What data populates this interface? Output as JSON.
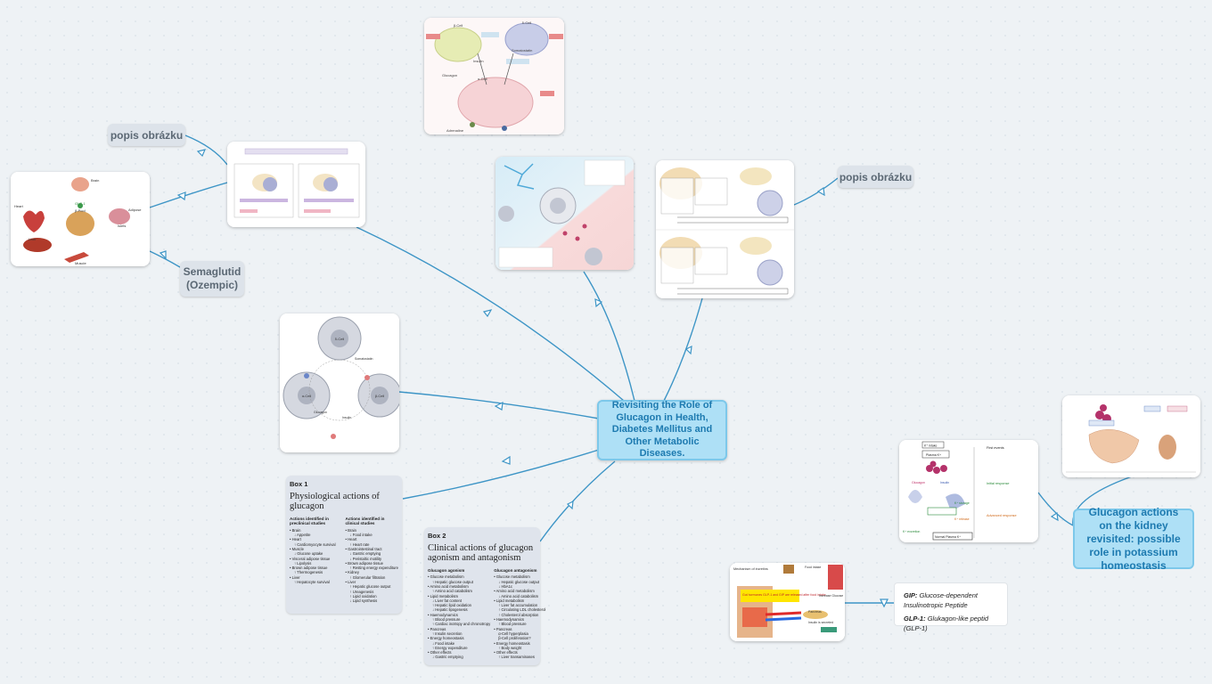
{
  "central": {
    "title": "Revisiting the Role of Glucagon in Health, Diabetes Mellitus and Other Metabolic Diseases."
  },
  "labels": {
    "popis_left": "popis obrázku",
    "popis_right": "popis obrázku",
    "semaglutid": "Semaglutid (Ozempic)",
    "kidney": "Glucagon actions on the kidney revisited: possible role in potassium homeostasis"
  },
  "figure_text": {
    "top_cells": {
      "beta": "β-Cell",
      "delta": "δ-Cell",
      "alpha": "α-Cell",
      "insulin": "Insulin",
      "glucagon": "Glucagon",
      "somatostatin": "Somatostatin",
      "adrenaline": "Adrenaline"
    },
    "brain_fig": {
      "brain": "Brain",
      "heart": "Heart",
      "glp1": "GLP-1",
      "b_pool": "β-Pool",
      "liver": "Liver",
      "muscle": "Muscle",
      "adipose": "Adipose",
      "islets": "Islets"
    },
    "islet_fig": {
      "beta": "β-Cell",
      "alpha": "α-Cell",
      "delta": "δ-Cell",
      "insulin": "Insulin",
      "glucagon": "Glucagon",
      "somatostatin": "Somatostatin"
    },
    "mechanism_fig": {
      "title": "Mechanism of incretins",
      "banner": "Gut hormones GLP-1 and GIP are released after food intake",
      "food": "Food intake",
      "pancreas": "Pancreas",
      "insulin": "Insulin is secreted",
      "glucose": "Increase Glucose"
    },
    "potassium_fig": {
      "intake": "K⁺ intake",
      "plasma": "Plasma K+",
      "normal": "Normal Plasma K⁺",
      "glucagon": "Glucagon",
      "insulin": "Insulin",
      "excretion": "K⁺ excretion",
      "storage": "K⁺ storage",
      "release": "K⁺ release",
      "first_events": "First events",
      "initial": "Initial response",
      "advanced": "Advanced response"
    }
  },
  "box1": {
    "head": "Box 1",
    "title": "Physiological actions of glucagon",
    "col1_head": "Actions identified in preclinical studies",
    "col1": [
      {
        "t": "• Brain",
        "sub": false
      },
      {
        "t": "↓ Appetite",
        "sub": true
      },
      {
        "t": "• Heart",
        "sub": false
      },
      {
        "t": "↑ Cardiomyocyte survival",
        "sub": true
      },
      {
        "t": "• Muscle",
        "sub": false
      },
      {
        "t": "↓ Glucose uptake",
        "sub": true
      },
      {
        "t": "• Visceral adipose tissue",
        "sub": false
      },
      {
        "t": "↑ Lipolysis",
        "sub": true
      },
      {
        "t": "• Brown adipose tissue",
        "sub": false
      },
      {
        "t": "↑ Thermogenesis",
        "sub": true
      },
      {
        "t": "• Liver",
        "sub": false
      },
      {
        "t": "↑ Hepatocyte survival",
        "sub": true
      }
    ],
    "col2_head": "Actions identified in clinical studies",
    "col2": [
      {
        "t": "• Brain",
        "sub": false
      },
      {
        "t": "↓ Food intake",
        "sub": true
      },
      {
        "t": "• Heart",
        "sub": false
      },
      {
        "t": "↑ Heart rate",
        "sub": true
      },
      {
        "t": "• Gastrointestinal tract",
        "sub": false
      },
      {
        "t": "↓ Gastric emptying",
        "sub": true
      },
      {
        "t": "↓ Peristaltic motility",
        "sub": true
      },
      {
        "t": "• Brown adipose tissue",
        "sub": false
      },
      {
        "t": "↑ Resting energy expenditure",
        "sub": true
      },
      {
        "t": "• Kidney",
        "sub": false
      },
      {
        "t": "↑ Glomerular filtration",
        "sub": true
      },
      {
        "t": "• Liver",
        "sub": false
      },
      {
        "t": "↑ Hepatic glucose output",
        "sub": true
      },
      {
        "t": "↑ Ureagenesis",
        "sub": true
      },
      {
        "t": "↑ Lipid oxidation",
        "sub": true
      },
      {
        "t": "↓ Lipid synthesis",
        "sub": true
      }
    ]
  },
  "box2": {
    "head": "Box 2",
    "title": "Clinical actions of glucagon agonism and antagonism",
    "col1_head": "Glucagon agonism",
    "col1": [
      {
        "t": "• Glucose metabolism",
        "sub": false
      },
      {
        "t": "↑ Hepatic glucose output",
        "sub": true
      },
      {
        "t": "• Amino acid metabolism",
        "sub": false
      },
      {
        "t": "↑ Amino acid catabolism",
        "sub": true
      },
      {
        "t": "• Lipid metabolism",
        "sub": false
      },
      {
        "t": "↓ Liver fat content",
        "sub": true
      },
      {
        "t": "↑ Hepatic lipid oxidation",
        "sub": true
      },
      {
        "t": "↓ Hepatic lipogenesis",
        "sub": true
      },
      {
        "t": "• Haemodynamics",
        "sub": false
      },
      {
        "t": "↑ Blood pressure",
        "sub": true
      },
      {
        "t": "↑ Cardiac inotropy and chronotropy",
        "sub": true
      },
      {
        "t": "• Pancreas",
        "sub": false
      },
      {
        "t": "↑ Insulin secretion",
        "sub": true
      },
      {
        "t": "• Energy homeostasis",
        "sub": false
      },
      {
        "t": "↓ Food intake",
        "sub": true
      },
      {
        "t": "↑ Energy expenditure",
        "sub": true
      },
      {
        "t": "• Other effects",
        "sub": false
      },
      {
        "t": "↓ Gastric emptying",
        "sub": true
      }
    ],
    "col2_head": "Glucagon antagonism",
    "col2": [
      {
        "t": "• Glucose metabolism",
        "sub": false
      },
      {
        "t": "↓ Hepatic glucose output",
        "sub": true
      },
      {
        "t": "↓ HbA1c",
        "sub": true
      },
      {
        "t": "• Amino acid metabolism",
        "sub": false
      },
      {
        "t": "↓ Amino acid catabolism",
        "sub": true
      },
      {
        "t": "• Lipid metabolism",
        "sub": false
      },
      {
        "t": "↑ Liver fat accumulation",
        "sub": true
      },
      {
        "t": "↑ Circulating LDL cholesterol",
        "sub": true
      },
      {
        "t": "↑ Cholesterol absorption",
        "sub": true
      },
      {
        "t": "• Haemodynamics",
        "sub": false
      },
      {
        "t": "↑ Blood pressure",
        "sub": true
      },
      {
        "t": "• Pancreas",
        "sub": false
      },
      {
        "t": "α-Cell hyperplasia",
        "sub": true
      },
      {
        "t": "β-Cell proliferation?",
        "sub": true
      },
      {
        "t": "• Energy homeostasis",
        "sub": false
      },
      {
        "t": "↑ Body weight",
        "sub": true
      },
      {
        "t": "• Other effects",
        "sub": false
      },
      {
        "t": "↑ Liver transaminases",
        "sub": true
      }
    ]
  },
  "note": {
    "gip_abbr": "GIP:",
    "gip_text": "Glucose-dependent",
    "gip_text2": "Insulinotropic Peptide",
    "glp_abbr": "GLP-1:",
    "glp_text": "Glukagon-like peptid (GLP-1)"
  },
  "colors": {
    "connector": "#3d95c6",
    "central_fill": "#aee0f6",
    "central_text": "#1d7ab0",
    "topic_fill": "#dde3ea"
  }
}
